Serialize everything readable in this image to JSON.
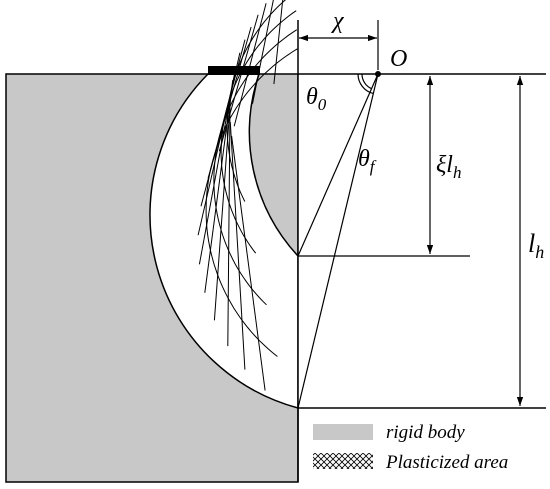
{
  "labels": {
    "chi": "χ",
    "origin": "O",
    "theta0": "θ",
    "theta0_sub": "0",
    "thetaf": "θ",
    "thetaf_sub": "f",
    "xi_lh": "ξl",
    "xi_lh_sub": "h",
    "lh": "l",
    "lh_sub": "h"
  },
  "legend": {
    "rigid_body": "rigid body",
    "plasticized_area": "Plasticized area"
  },
  "colors": {
    "rigid": "#c8c8c8",
    "line": "#000000",
    "background": "#ffffff"
  }
}
